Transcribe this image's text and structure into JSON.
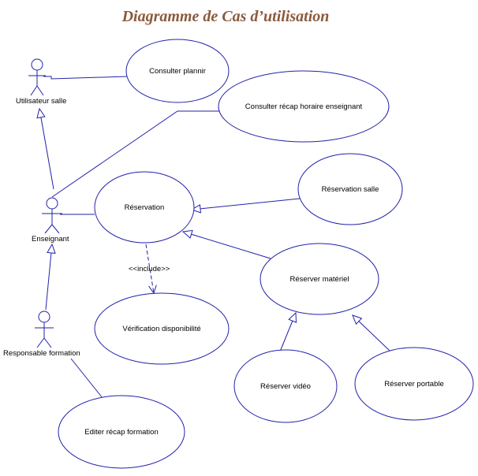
{
  "title": "Diagramme de Cas d’utilisation",
  "actors": {
    "utilisateur": "Utilisateur salle",
    "enseignant": "Enseignant",
    "responsable": "Responsable formation"
  },
  "usecases": {
    "consulter_plannir": "Consulter plannir",
    "consulter_recap": "Consulter récap horaire enseignant",
    "reservation": "Réservation",
    "reservation_salle": "Réservation salle",
    "reserver_materiel": "Réserver matériel",
    "verification": "Vérification disponibilité",
    "reserver_video": "Réserver vidéo",
    "reserver_portable": "Réserver portable",
    "editer_recap": "Editer récap formation"
  },
  "include_label": "<<include>>",
  "colors": {
    "line": "#2222aa",
    "title": "#8a5a3c"
  }
}
